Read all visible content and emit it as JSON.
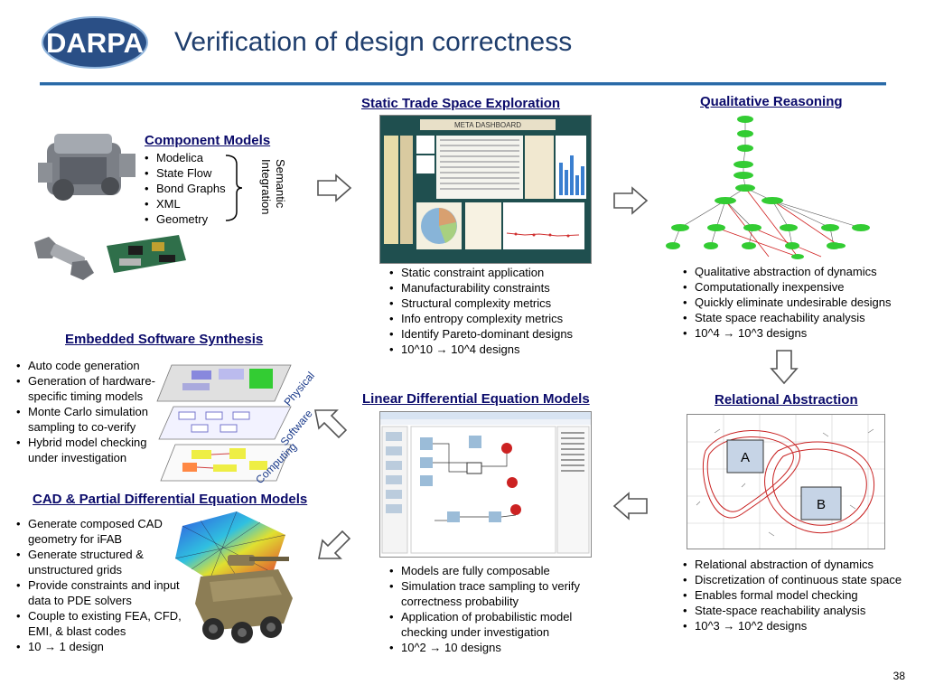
{
  "title": "Verification of design correctness",
  "slide_number": "38",
  "logo": {
    "text": "DARPA"
  },
  "component_models": {
    "heading": "Component Models",
    "items": [
      "Modelica",
      "State Flow",
      "Bond Graphs",
      "XML",
      "Geometry"
    ],
    "vertical_label_1": "Semantic",
    "vertical_label_2": "Integration"
  },
  "static_trade": {
    "heading": "Static Trade Space Exploration",
    "dashboard_label": "META DASHBOARD",
    "items": [
      "Static constraint application",
      "Manufacturability constraints",
      "Structural complexity metrics",
      "Info entropy complexity metrics",
      "Identify Pareto-dominant designs",
      "10^10 → 10^4 designs"
    ]
  },
  "qualitative": {
    "heading": "Qualitative Reasoning",
    "items": [
      "Qualitative abstraction of dynamics",
      "Computationally inexpensive",
      "Quickly eliminate undesirable designs",
      "State space reachability analysis",
      "10^4 → 10^3 designs"
    ]
  },
  "embedded": {
    "heading": "Embedded Software Synthesis",
    "items": [
      "Auto code generation",
      "Generation of hardware-specific timing models",
      "Monte Carlo simulation sampling to co-verify",
      "Hybrid model checking under investigation"
    ],
    "layers": [
      "Physical",
      "Software",
      "Computing"
    ]
  },
  "linear": {
    "heading": "Linear Differential Equation Models",
    "items": [
      "Models are fully composable",
      "Simulation trace sampling to verify correctness probability",
      "Application of probabilistic model checking under investigation",
      "10^2 → 10 designs"
    ]
  },
  "relational": {
    "heading": "Relational Abstraction",
    "box_a": "A",
    "box_b": "B",
    "items": [
      "Relational abstraction of dynamics",
      "Discretization of continuous state space",
      "Enables formal model checking",
      "State-space reachability analysis",
      "10^3 → 10^2 designs"
    ]
  },
  "cad": {
    "heading": "CAD & Partial Differential Equation Models",
    "items": [
      "Generate composed CAD geometry for iFAB",
      "Generate structured & unstructured grids",
      "Provide constraints and input data to PDE solvers",
      "Couple to existing FEA, CFD, EMI, & blast codes",
      "10 → 1 design"
    ]
  },
  "colors": {
    "title": "#1f3e6d",
    "rule": "#2a6aa7",
    "heading": "#0a0a6a",
    "dashboard_bg": "#1f4f4f",
    "graph_node": "#33cc33"
  }
}
